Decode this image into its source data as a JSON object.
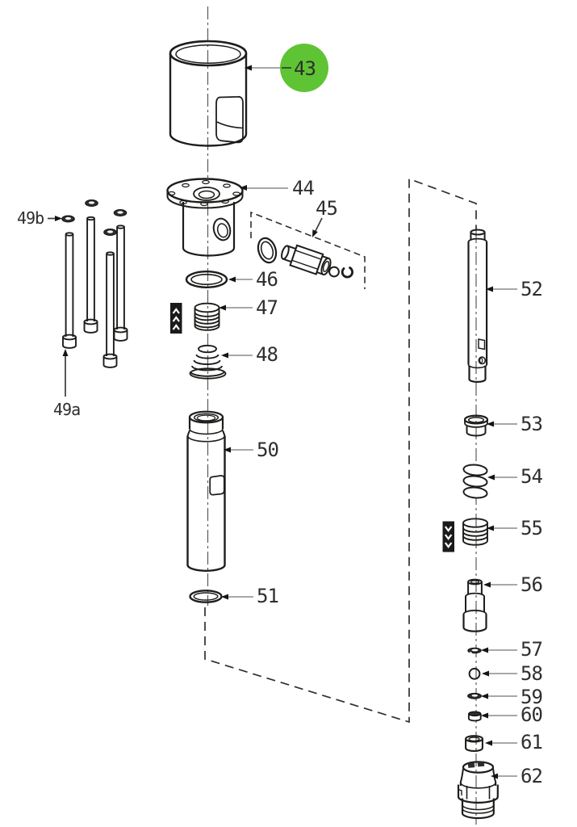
{
  "diagram": {
    "background": "#ffffff",
    "line_color": "#1d1d1b",
    "leader_color": "#8c8c8c",
    "text_color": "#2e2e2e",
    "highlight_color": "#5ec433",
    "highlighted_part": "43",
    "callouts": {
      "c43": "43",
      "c44": "44",
      "c45": "45",
      "c46": "46",
      "c47": "47",
      "c48": "48",
      "c49a": "49a",
      "c49b": "49b",
      "c50": "50",
      "c51": "51",
      "c52": "52",
      "c53": "53",
      "c54": "54",
      "c55": "55",
      "c56": "56",
      "c57": "57",
      "c58": "58",
      "c59": "59",
      "c60": "60",
      "c61": "61",
      "c62": "62"
    }
  }
}
